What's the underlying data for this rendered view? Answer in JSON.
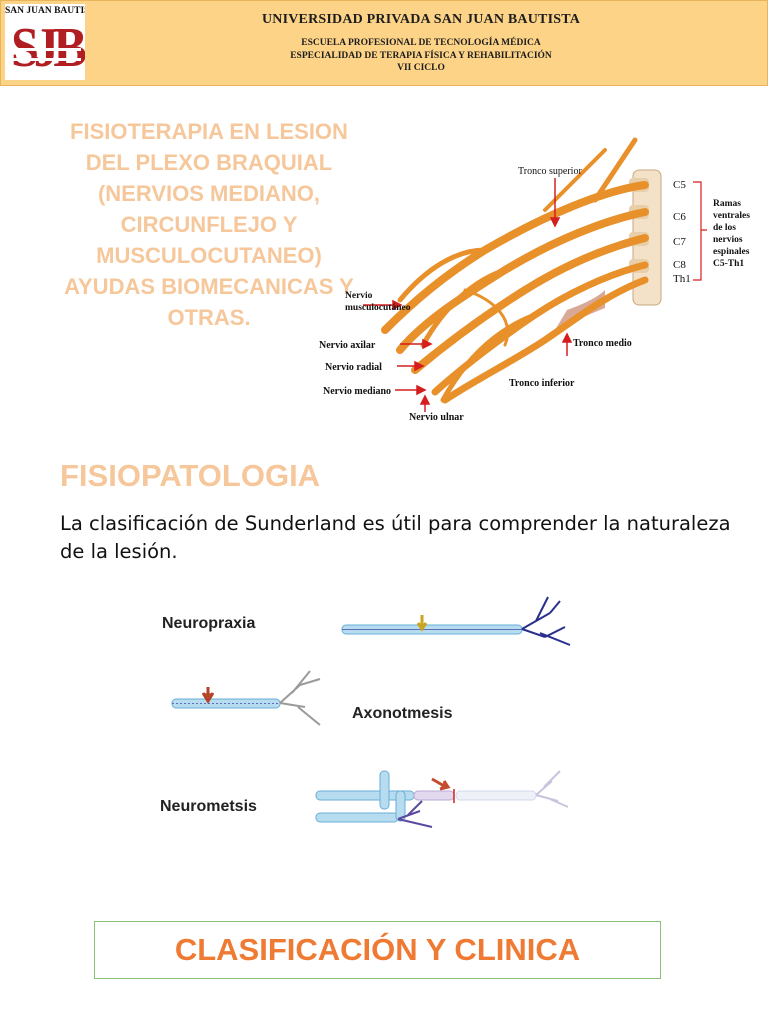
{
  "header": {
    "logo_text": "SAN JUAN BAUTISTA",
    "logo_mark": "SJB",
    "university": "UNIVERSIDAD PRIVADA SAN JUAN BAUTISTA",
    "school": "ESCUELA PROFESIONAL DE TECNOLOGÍA MÉDICA",
    "specialty": "ESPECIALIDAD DE TERAPIA FÍSICA Y REHABILITACIÓN",
    "cycle": "VII CICLO"
  },
  "title_lines": [
    "FISIOTERAPIA EN LESION",
    "DEL PLEXO BRAQUIAL",
    "(NERVIOS MEDIANO,",
    "CIRCUNFLEJO Y",
    "MUSCULOCUTANEO)",
    "AYUDAS BIOMECANICAS Y",
    "OTRAS."
  ],
  "plexus": {
    "tronco_superior": "Tronco superior",
    "roots": [
      "C5",
      "C6",
      "C7",
      "C8",
      "Th1"
    ],
    "ramas": [
      "Ramas",
      "ventrales",
      "de los",
      "nervios",
      "espinales",
      "C5-Th1"
    ],
    "musculocutaneo": [
      "Nervio",
      "musculocutáneo"
    ],
    "axilar": "Nervio axilar",
    "radial": "Nervio radial",
    "mediano": "Nervio mediano",
    "ulnar": "Nervio ulnar",
    "tronco_medio": "Tronco medio",
    "tronco_inferior": "Tronco inferior"
  },
  "section_heading": "FISIOPATOLOGIA",
  "description": "La clasificación de Sunderland es útil para comprender la naturaleza de la lesión.",
  "injury_types": {
    "neuropraxia": "Neuropraxia",
    "axonotmesis": "Axonotmesis",
    "neurotmesis": "Neurometsis"
  },
  "footer_box": "CLASIFICACIÓN Y CLINICA",
  "colors": {
    "header_bg": "#fdd387",
    "title_peach": "#f6c79b",
    "nerve_orange": "#e8902a",
    "logo_red": "#b11e22",
    "box_text": "#ef7a33",
    "box_border": "#8cbf78"
  }
}
